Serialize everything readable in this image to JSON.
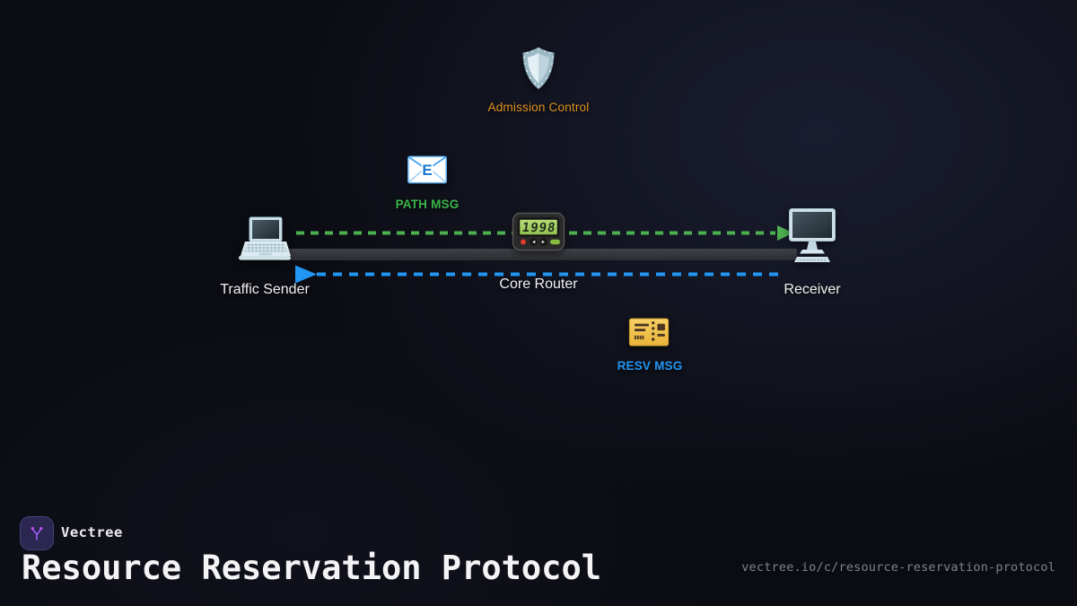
{
  "colors": {
    "path_green": "#4caf50",
    "resv_blue": "#2196f3",
    "admission_orange": "#e0921d",
    "pipe_gray": "#34363c",
    "accent_purple": "#9b5cf6",
    "background": "#0b0c12"
  },
  "diagram": {
    "admission_control": {
      "label": "Admission Control",
      "icon": "shield-icon"
    },
    "path_msg": {
      "label": "PATH MSG",
      "icon": "email-icon",
      "envelope_letter": "E"
    },
    "resv_msg": {
      "label": "RESV MSG",
      "icon": "ticket-icon"
    },
    "sender": {
      "label": "Traffic Sender",
      "icon": "laptop-icon"
    },
    "router": {
      "label": "Core Router",
      "icon": "pager-icon",
      "display": "1998"
    },
    "receiver": {
      "label": "Receiver",
      "icon": "monitor-icon"
    }
  },
  "footer": {
    "brand": "Vectree",
    "title": "Resource Reservation Protocol",
    "url": "vectree.io/c/resource-reservation-protocol"
  }
}
